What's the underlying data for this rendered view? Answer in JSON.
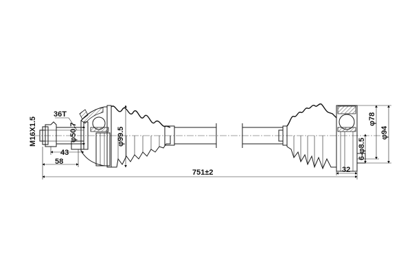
{
  "drawing": {
    "subject": "CV drive shaft assembly",
    "dimensions": {
      "overall_length": "751±2",
      "outer_thread": "M16X1.5",
      "outer_spline": "36T",
      "outer_spline_diameter": "φ50.7",
      "outer_boot_diameter": "φ99.5",
      "outer_stub_length_43": "43",
      "outer_stub_length_58": "58",
      "inner_flange_inner_diameter": "φ78",
      "inner_flange_outer_diameter": "φ94",
      "inner_bolt_holes": "6-φ8.5",
      "inner_flange_width": "32"
    },
    "colors": {
      "line": "#1a1a1a",
      "background": "#ffffff"
    }
  }
}
